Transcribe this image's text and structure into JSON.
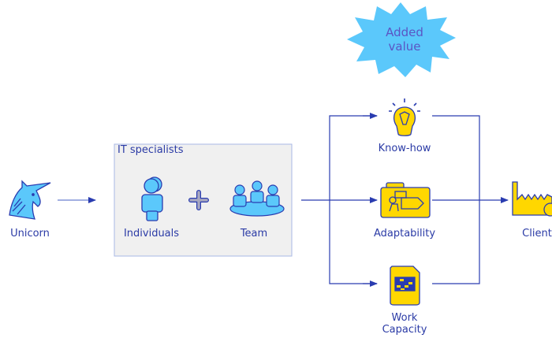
{
  "burst": {
    "line1": "Added",
    "line2": "value",
    "color": "#5bc8fb"
  },
  "unicorn": {
    "label": "Unicorn",
    "icon": "unicorn-icon"
  },
  "group": {
    "title": "IT specialists",
    "individuals": {
      "label": "Individuals",
      "icon": "person-icon"
    },
    "team": {
      "label": "Team",
      "icon": "team-icon"
    },
    "plus_icon": "plus-icon"
  },
  "outputs": {
    "knowhow": {
      "label": "Know-how",
      "icon": "lightbulb-icon"
    },
    "adaptability": {
      "label": "Adaptability",
      "icon": "folder-icon"
    },
    "capacity": {
      "line1": "Work",
      "line2": "Capacity",
      "icon": "spreadsheet-icon"
    }
  },
  "client": {
    "label": "Client",
    "icon": "factory-icon"
  },
  "colors": {
    "line": "#2a3cb0",
    "text": "#2b3ba6",
    "blue_icon": "#5bc8fb",
    "yellow_icon": "#ffd700",
    "box_fill": "#f0f0f0",
    "box_border": "#a9b8e6"
  }
}
